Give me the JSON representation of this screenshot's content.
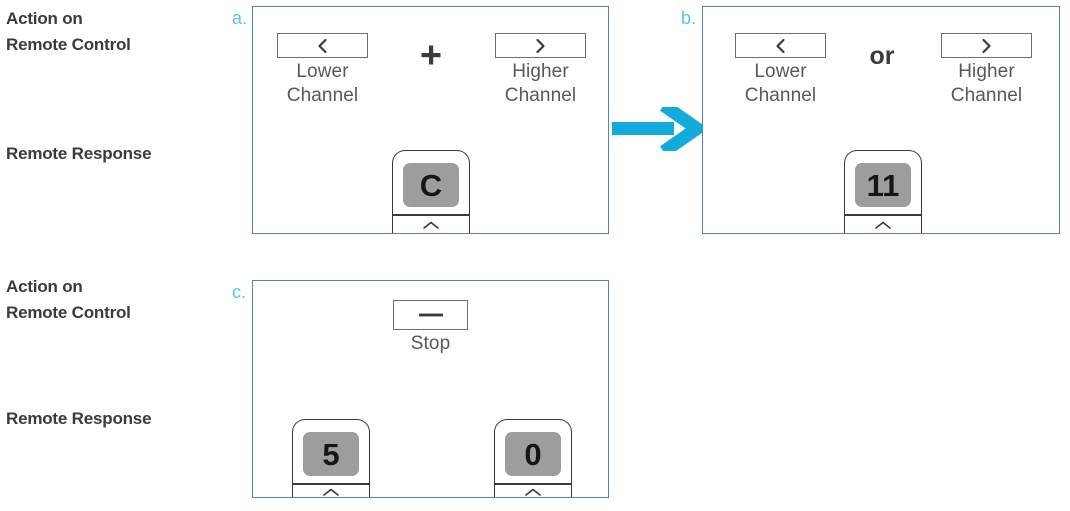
{
  "rows": [
    {
      "label": "Action on\nRemote Control",
      "response_label": "Remote Response"
    },
    {
      "label": "Action on\nRemote Control",
      "response_label": "Remote Response"
    }
  ],
  "labels": {
    "top_action": "Action on\nRemote Control",
    "top_response": "Remote Response",
    "bottom_action": "Action on\nRemote Control",
    "bottom_response": "Remote Response"
  },
  "colors": {
    "panel_border": "#4d87ad",
    "panel_letter": "#5bc6ea",
    "arrow": "#12abdc",
    "screen_fill": "#9d9d9d",
    "key_border": "#6e6e72",
    "text_dark": "#3b3b3f",
    "text_gray": "#58585d"
  },
  "panels": [
    {
      "id": "a",
      "letter": "a.",
      "keys": [
        {
          "icon": "chevron-left-icon",
          "caption": "Lower\nChannel"
        },
        {
          "icon": "chevron-right-icon",
          "caption": "Higher\nChannel"
        }
      ],
      "connector": {
        "type": "plus",
        "text": "+"
      },
      "remotes": [
        {
          "display": "C"
        }
      ]
    },
    {
      "id": "b",
      "letter": "b.",
      "keys": [
        {
          "icon": "chevron-left-icon",
          "caption": "Lower\nChannel"
        },
        {
          "icon": "chevron-right-icon",
          "caption": "Higher\nChannel"
        }
      ],
      "connector": {
        "type": "or",
        "text": "or"
      },
      "remotes": [
        {
          "display": "11"
        }
      ]
    },
    {
      "id": "c",
      "letter": "c.",
      "keys": [
        {
          "icon": "minus-icon",
          "caption": "Stop"
        }
      ],
      "connector": null,
      "remotes": [
        {
          "display": "5"
        },
        {
          "display": "0"
        }
      ]
    }
  ],
  "arrow": {
    "name": "flow-arrow-right-icon"
  }
}
